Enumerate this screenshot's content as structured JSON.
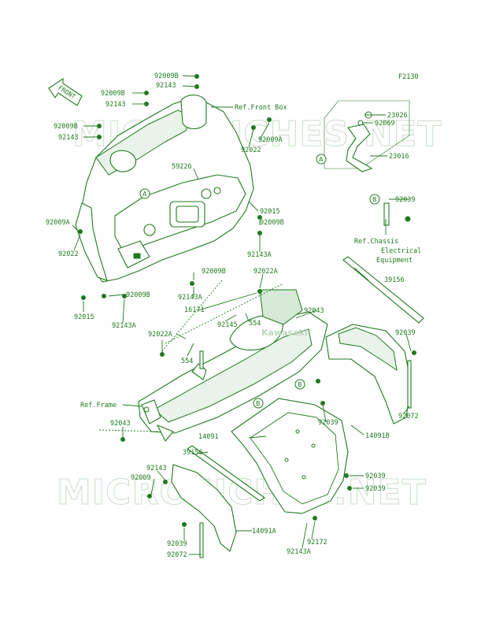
{
  "figure_code": "F2130",
  "watermark": "MICROFICHES.NET",
  "brand": "Kawasaki",
  "front_arrow": "FRONT",
  "callouts": {
    "a": "A",
    "b": "B"
  },
  "labels": {
    "p92009B_top": "92009B",
    "p92143_top": "92143",
    "ref_front_box": "Ref.Front Box",
    "p92009B_l2": "92009B",
    "p92143_l2": "92143",
    "p92009B_l1": "92009B",
    "p92143_l1": "92143",
    "p23026": "23026",
    "p92069": "92069",
    "p23016": "23016",
    "p92009A_mid": "92009A",
    "p92022_mid": "92022",
    "p59226": "59226",
    "p92015_r": "92015",
    "p92009B_r": "92009B",
    "p92143A_r": "92143A",
    "p92039_tr": "92039",
    "ref_chassis_1": "Ref.Chassis",
    "ref_chassis_2": "Electrical",
    "ref_chassis_3": "Equipment",
    "p92009A_l": "92009A",
    "p92022_l": "92022",
    "p92009B_c": "92009B",
    "p92022A_c": "92022A",
    "p92143A_c": "92143A",
    "p16171": "16171",
    "p92015_l": "92015",
    "p92009B_l3": "92009B",
    "p92143A_l": "92143A",
    "p92043_r": "92043",
    "p92145": "92145",
    "p554_a": "554",
    "p39156_r": "39156",
    "p92022A_l": "92022A",
    "p554_b": "554",
    "p92039_r": "92039",
    "ref_frame": "Ref.Frame",
    "p92043_l": "92043",
    "p92039_c": "92039",
    "p92072_r": "92072",
    "p14091": "14091",
    "p14091B": "14091B",
    "p39156_l": "39156",
    "p92143_b": "92143",
    "p92009_b": "92009",
    "p92039_br1": "92039",
    "p92039_br2": "92039",
    "p14091A": "14091A",
    "p92172": "92172",
    "p92039_bl": "92039",
    "p92072_bl": "92072",
    "p92143A_b": "92143A"
  }
}
